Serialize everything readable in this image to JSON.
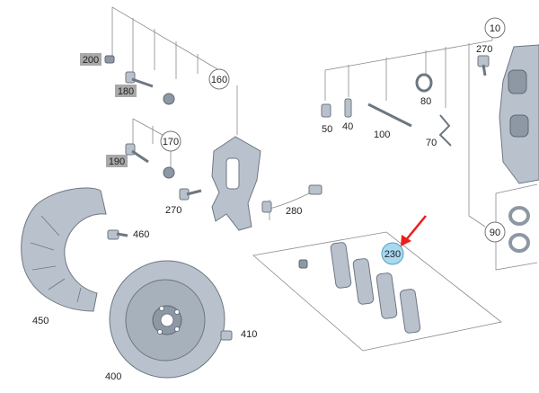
{
  "diagram": {
    "callouts": {
      "c10": "10",
      "c40": "40",
      "c50": "50",
      "c70": "70",
      "c80": "80",
      "c90": "90",
      "c100": "100",
      "c160": "160",
      "c170": "170",
      "c180": "180",
      "c190": "190",
      "c200": "200",
      "c230": "230",
      "c270a": "270",
      "c270b": "270",
      "c280": "280",
      "c400": "400",
      "c410": "410",
      "c450": "450",
      "c460": "460"
    },
    "colors": {
      "highlight": "#a9d8ef",
      "arrow": "#e8201b",
      "shaded_tag": "#a9a9a9",
      "part_fill": "#b9c2cc"
    }
  }
}
